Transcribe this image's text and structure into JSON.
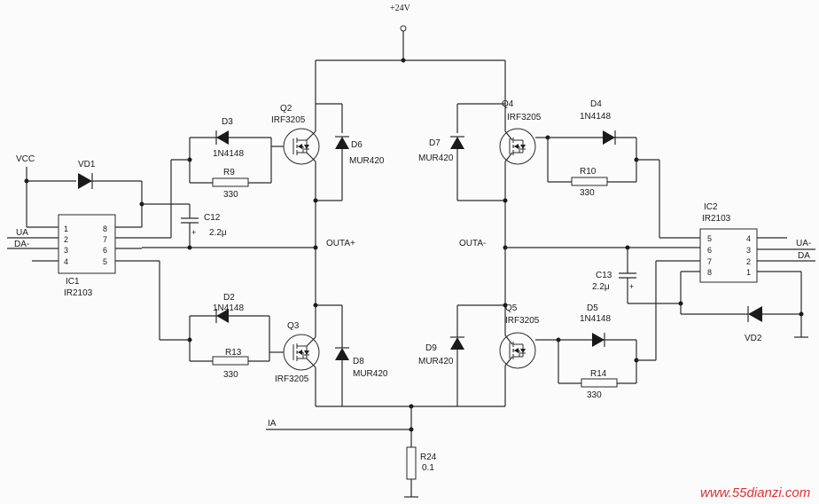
{
  "supply": {
    "label": "+24V"
  },
  "vcc": {
    "label": "VCC"
  },
  "ia": {
    "label": "IA"
  },
  "outa_plus": {
    "label": "OUTA+"
  },
  "outa_minus": {
    "label": "OUTA-"
  },
  "ic1": {
    "ref": "IC1",
    "part": "IR2103",
    "pins": [
      "1",
      "2",
      "3",
      "4",
      "5",
      "6",
      "7",
      "8"
    ],
    "in1": "UA",
    "in2": "DA-"
  },
  "ic2": {
    "ref": "IC2",
    "part": "IR2103",
    "pins": [
      "1",
      "2",
      "3",
      "4",
      "5",
      "6",
      "7",
      "8"
    ],
    "in1": "UA-",
    "in2": "DA"
  },
  "vd1": {
    "ref": "VD1"
  },
  "vd2": {
    "ref": "VD2"
  },
  "c12": {
    "ref": "C12",
    "value": "2.2μ",
    "polarity": "+"
  },
  "c13": {
    "ref": "C13",
    "value": "2.2μ",
    "polarity": "+"
  },
  "q2": {
    "ref": "Q2",
    "part": "IRF3205"
  },
  "q3": {
    "ref": "Q3",
    "part": "IRF3205"
  },
  "q4": {
    "ref": "Q4",
    "part": "IRF3205"
  },
  "q5": {
    "ref": "Q5",
    "part": "IRF3205"
  },
  "d2": {
    "ref": "D2",
    "part": "1N4148"
  },
  "d3": {
    "ref": "D3",
    "part": "1N4148"
  },
  "d4": {
    "ref": "D4",
    "part": "1N4148"
  },
  "d5": {
    "ref": "D5",
    "part": "1N4148"
  },
  "d6": {
    "ref": "D6",
    "part": "MUR420"
  },
  "d7": {
    "ref": "D7",
    "part": "MUR420"
  },
  "d8": {
    "ref": "D8",
    "part": "MUR420"
  },
  "d9": {
    "ref": "D9",
    "part": "MUR420"
  },
  "r9": {
    "ref": "R9",
    "value": "330"
  },
  "r10": {
    "ref": "R10",
    "value": "330"
  },
  "r13": {
    "ref": "R13",
    "value": "330"
  },
  "r14": {
    "ref": "R14",
    "value": "330"
  },
  "r24": {
    "ref": "R24",
    "value": "0.1"
  },
  "watermark": {
    "text": "www.55dianzi.com",
    "color": "#dd3333"
  }
}
